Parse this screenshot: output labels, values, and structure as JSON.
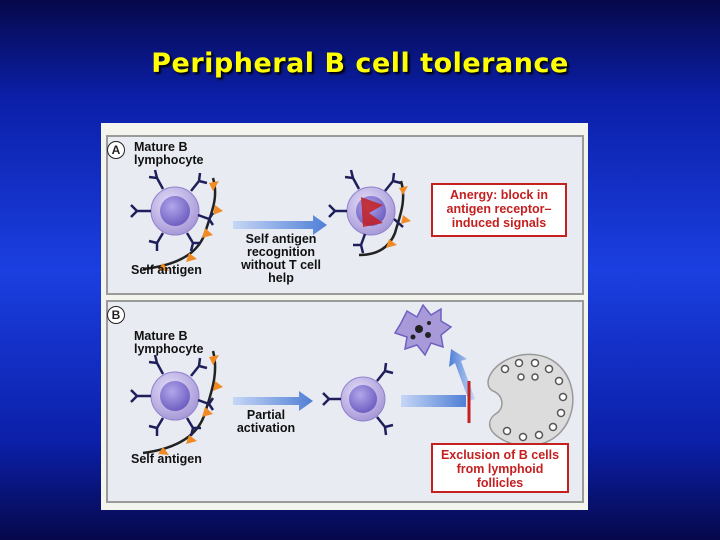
{
  "slide": {
    "title": "Peripheral B cell tolerance"
  },
  "figure": {
    "panel_a": {
      "letter": "A",
      "cell_label": "Mature B lymphocyte",
      "antigen_label": "Self antigen",
      "arrow_label": "Self antigen recognition without T cell help",
      "outcome": "Anergy: block in antigen receptor–induced signals"
    },
    "panel_b": {
      "letter": "B",
      "cell_label": "Mature B lymphocyte",
      "antigen_label": "Self antigen",
      "arrow_label": "Partial activation",
      "outcome": "Exclusion of B cells from lymphoid follicles"
    },
    "colors": {
      "cell": "#a89ad8",
      "nucleus": "#7a6cc8",
      "antigen": "#f08a24",
      "arrow": "#4f7fd6",
      "outcome_text": "#c42020",
      "receptor": "#1e1e5a"
    }
  }
}
